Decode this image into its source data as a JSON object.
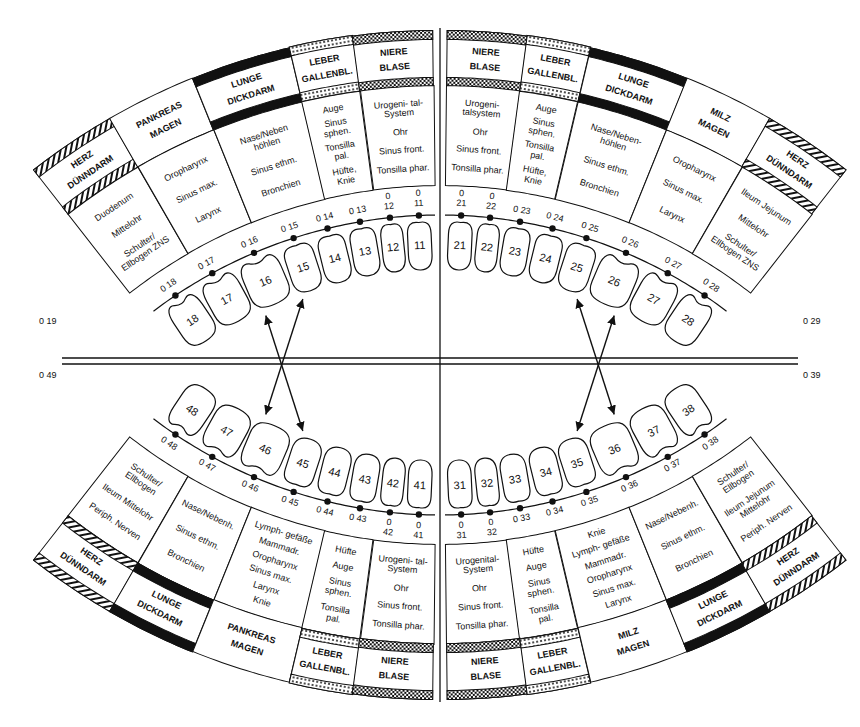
{
  "diagram": {
    "nodes": [
      {
        "text": [
          "HERZ",
          "DÜNNDARM"
        ]
      },
      {
        "text": [
          "PANKREAS",
          "MAGEN"
        ]
      },
      {
        "text": [
          "LUNGE",
          "DICKDARM"
        ]
      },
      {
        "text": [
          "LEBER",
          "GALLENBL."
        ]
      },
      {
        "text": [
          "NIERE",
          "BLASE"
        ]
      },
      {
        "text": [
          "NIERE",
          "BLASE"
        ]
      },
      {
        "text": [
          "LEBER",
          "GALLENBL."
        ]
      },
      {
        "text": [
          "LUNGE",
          "DICKDARM"
        ]
      },
      {
        "text": [
          "MILZ",
          "MAGEN"
        ]
      },
      {
        "text": [
          "HERZ",
          "DÜNNDARM"
        ]
      },
      {
        "text": [
          "Duodenum",
          "Mittelohr",
          "Schulter/ Ellbogen ZNS"
        ]
      },
      {
        "text": [
          "Oropharynx",
          "Sinus max.",
          "Larynx"
        ]
      },
      {
        "text": [
          "Nase/Neben höhlen",
          "Sinus ethm.",
          "Bronchien"
        ]
      },
      {
        "text": [
          "Auge",
          "Sinus sphen.",
          "Tonsilla pal.",
          "Hüfte, Knie"
        ]
      },
      {
        "text": [
          "Urogeni- tal-System",
          "Ohr",
          "Sinus front.",
          "Tonsilla phar."
        ]
      },
      {
        "text": [
          "Urogeni- talsystem",
          "Ohr",
          "Sinus front.",
          "Tonsilla phar."
        ]
      },
      {
        "text": [
          "Auge",
          "Sinus sphen.",
          "Tonsilla pal.",
          "Hüfte, Knie"
        ]
      },
      {
        "text": [
          "Nase/Neben- höhlen",
          "Sinus ethm.",
          "Bronchien"
        ]
      },
      {
        "text": [
          "Oropharynx",
          "Sinus max.",
          "Larynx"
        ]
      },
      {
        "text": [
          "Ileum Jejunum",
          "Mittelohr",
          "Schulter/ Ellbogen ZNS"
        ]
      },
      {
        "text": [
          "18"
        ]
      },
      {
        "text": [
          "17"
        ]
      },
      {
        "text": [
          "16"
        ]
      },
      {
        "text": [
          "15"
        ]
      },
      {
        "text": [
          "14"
        ]
      },
      {
        "text": [
          "13"
        ]
      },
      {
        "text": [
          "12"
        ]
      },
      {
        "text": [
          "11"
        ]
      },
      {
        "text": [
          "21"
        ]
      },
      {
        "text": [
          "22"
        ]
      },
      {
        "text": [
          "23"
        ]
      },
      {
        "text": [
          "24"
        ]
      },
      {
        "text": [
          "25"
        ]
      },
      {
        "text": [
          "26"
        ]
      },
      {
        "text": [
          "27"
        ]
      },
      {
        "text": [
          "28"
        ]
      },
      {
        "text": [
          "48"
        ]
      },
      {
        "text": [
          "47"
        ]
      },
      {
        "text": [
          "46"
        ]
      },
      {
        "text": [
          "45"
        ]
      },
      {
        "text": [
          "44"
        ]
      },
      {
        "text": [
          "43"
        ]
      },
      {
        "text": [
          "42"
        ]
      },
      {
        "text": [
          "41"
        ]
      },
      {
        "text": [
          "31"
        ]
      },
      {
        "text": [
          "32"
        ]
      },
      {
        "text": [
          "33"
        ]
      },
      {
        "text": [
          "34"
        ]
      },
      {
        "text": [
          "35"
        ]
      },
      {
        "text": [
          "36"
        ]
      },
      {
        "text": [
          "37"
        ]
      },
      {
        "text": [
          "38"
        ]
      },
      {
        "text": [
          "Schulter/ Ellbogen",
          "Ileum Mittelohr",
          "Periph. Nerven"
        ]
      },
      {
        "text": [
          "Nase/Nebenh.",
          "Sinus ethm.",
          "Bronchien"
        ]
      },
      {
        "text": [
          "Lymph- gefäße",
          "Mammadr.",
          "Oropharynx",
          "Sinus max.",
          "Larynx",
          "Knie"
        ]
      },
      {
        "text": [
          "Hüfte",
          "Auge",
          "Sinus sphen.",
          "Tonsilla pal."
        ]
      },
      {
        "text": [
          "Urogeni- tal-System",
          "Ohr",
          "Sinus front.",
          "Tonsilla phar."
        ]
      },
      {
        "text": [
          "Urogenital-System",
          "Ohr",
          "Sinus front.",
          "Tonsilla phar."
        ]
      },
      {
        "text": [
          "Hüfte",
          "Auge",
          "Sinus sphen.",
          "Tonsilla pal."
        ]
      },
      {
        "text": [
          "Knie",
          "Lymph- gefäße",
          "Mammadr.",
          "Oropharynx",
          "Sinus max.",
          "Larynx"
        ]
      },
      {
        "text": [
          "Nase/Nebenh.",
          "Sinus ethm.",
          "Bronchien"
        ]
      },
      {
        "text": [
          "Schulter/ Ellbogen",
          "Ileum Jejunum Mittelohr",
          "Periph. Nerven"
        ]
      },
      {
        "text": [
          "HERZ",
          "DÜNNDARM"
        ]
      },
      {
        "text": [
          "LUNGE",
          "DICKDARM"
        ]
      },
      {
        "text": [
          "PANKREAS",
          "MAGEN"
        ]
      },
      {
        "text": [
          "LEBER",
          "GALLENBL."
        ]
      },
      {
        "text": [
          "NIERE",
          "BLASE"
        ]
      },
      {
        "text": [
          "NIERE",
          "BLASE"
        ]
      },
      {
        "text": [
          "LEBER",
          "GALLENBL."
        ]
      },
      {
        "text": [
          "MILZ",
          "MAGEN"
        ]
      },
      {
        "text": [
          "LUNGE",
          "DICKDARM"
        ]
      },
      {
        "text": [
          "HERZ",
          "DÜNNDARM"
        ]
      }
    ],
    "edges": [
      {
        "from": 22,
        "to": 39,
        "arrow": "both"
      },
      {
        "from": 23,
        "to": 38,
        "arrow": "both"
      },
      {
        "from": 32,
        "to": 49,
        "arrow": "both"
      },
      {
        "from": 33,
        "to": 48,
        "arrow": "both"
      }
    ],
    "labels": [
      "0 19",
      "0 18",
      "0 17",
      "0 16",
      "0 15",
      "0 14",
      "0 13",
      "0 12",
      "0 11",
      "0 21",
      "0 22",
      "0 23",
      "0 24",
      "0 25",
      "0 26",
      "0 27",
      "0 28",
      "0 29",
      "0 49",
      "0 48",
      "0 47",
      "0 46",
      "0 45",
      "0 44",
      "0 43",
      "0 42",
      "0 41",
      "0 31",
      "0 32",
      "0 33",
      "0 34",
      "0 35",
      "0 36",
      "0 37",
      "0 38",
      "0 39"
    ]
  }
}
